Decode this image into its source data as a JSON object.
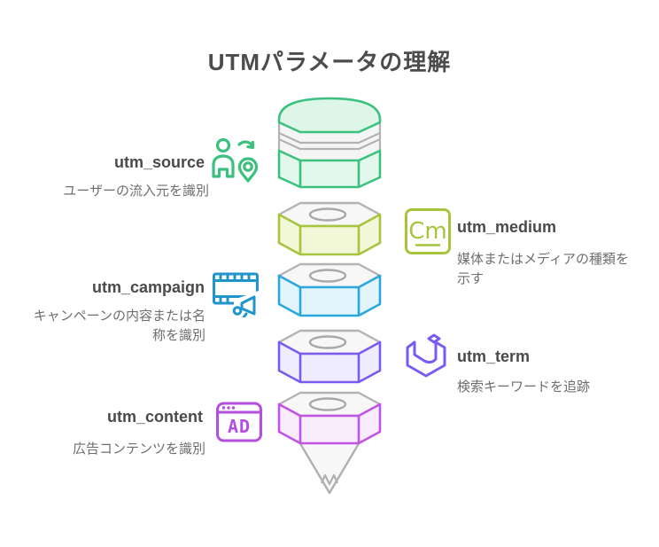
{
  "title": "UTMパラメータの理解",
  "params": {
    "source": {
      "label": "utm_source",
      "desc": "ユーザーの流入元を識別",
      "icon": "person-location-pin-icon",
      "color": "#3cc07e"
    },
    "medium": {
      "label": "utm_medium",
      "desc": "媒体またはメディアの種類を示す",
      "desc_lines": [
        "媒体またはメディアの種類を",
        "示す"
      ],
      "icon": "cm-badge-icon",
      "glyph": "Cm",
      "color": "#a6c53d"
    },
    "campaign": {
      "label": "utm_campaign",
      "desc": "キャンペーンの内容または名称を識別",
      "desc_lines": [
        "キャンペーンの内容または名",
        "称を識別"
      ],
      "icon": "film-megaphone-icon",
      "color": "#2095cc"
    },
    "term": {
      "label": "utm_term",
      "desc": "検索キーワードを追跡",
      "icon": "cube-u-icon",
      "color": "#7a5bf2"
    },
    "content": {
      "label": "utm_content",
      "desc": "広告コンテンツを識別",
      "icon": "ad-browser-window-icon",
      "glyph": "AD",
      "color": "#b44de0"
    }
  },
  "funnel": {
    "layers": [
      {
        "name": "source-layer",
        "shape": "domed hex cylinder with striped band",
        "outline": "#3cc07e",
        "fill": "#e0f7e9"
      },
      {
        "name": "medium-layer",
        "shape": "hex nut",
        "outline": "#a6c53d",
        "fill": "#f2f7d7"
      },
      {
        "name": "campaign-layer",
        "shape": "hex nut",
        "outline": "#2ba7de",
        "fill": "#e2f4fc"
      },
      {
        "name": "term-layer",
        "shape": "hex nut",
        "outline": "#7a5bf2",
        "fill": "#efecfe"
      },
      {
        "name": "content-layer",
        "shape": "hex nut with funnel tip",
        "outline": "#c055e2",
        "fill": "#f9edfd"
      }
    ],
    "neutral_outline": "#b0b0b0",
    "top_face_fill": "#f7f7f7"
  },
  "text_colors": {
    "title": "#4c4c4c",
    "label": "#4a4a4a",
    "description": "#6e6e6e"
  }
}
